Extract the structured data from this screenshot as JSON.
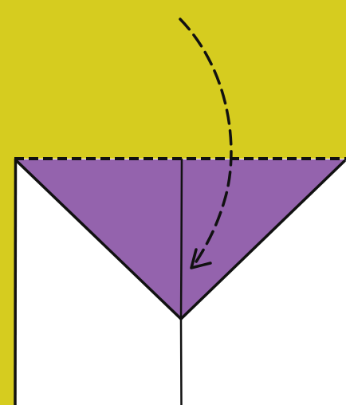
{
  "colors": {
    "background": "#d6cc1f",
    "paper_front": "#ffffff",
    "paper_back": "#9463ad",
    "line": "#111111"
  },
  "diagram": {
    "step": "fold-top-edge-down-to-center-crease",
    "icons": [
      "mountain-fold-dashed-edge",
      "center-crease",
      "fold-direction-arrow"
    ]
  }
}
